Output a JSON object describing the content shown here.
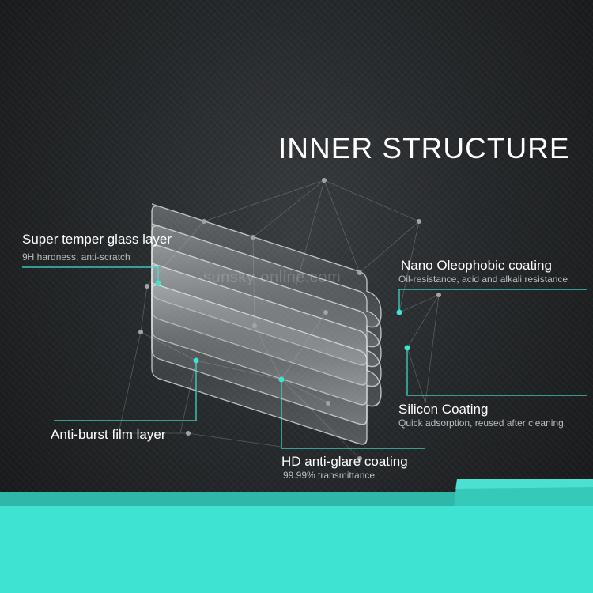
{
  "title": "INNER STRUCTURE",
  "watermark": "sunsky-online.com",
  "colors": {
    "accent": "#3fe3d2",
    "background": "#222527",
    "text": "#ffffff",
    "subtext": "#b9bcbe"
  },
  "layers": [
    {
      "label": "Super temper glass layer",
      "description": "9H hardness, anti-scratch"
    },
    {
      "label": "Nano Oleophobic coating",
      "description": "Oil-resistance, acid and alkali resistance"
    },
    {
      "label": "Silicon Coating",
      "description": "Quick adsorption, reused after cleaning."
    },
    {
      "label": "Anti-burst film layer",
      "description": ""
    },
    {
      "label": "HD anti-glare coating",
      "description": "99.99% transmittance"
    }
  ]
}
